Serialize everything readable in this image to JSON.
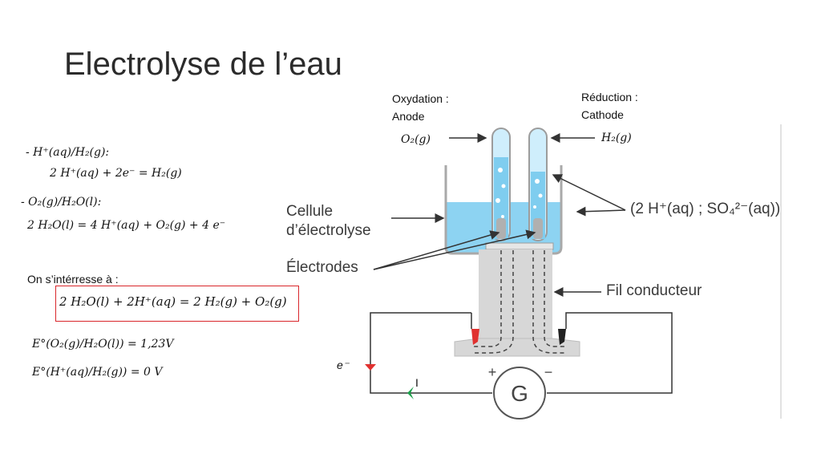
{
  "slide": {
    "title": "Electrolyse de l’eau"
  },
  "left_panel": {
    "couple1_head": "- H⁺(aq)/H₂(g):",
    "couple1_eq": "2 H⁺(aq) + 2e⁻ = H₂(g)",
    "couple2_head": "- O₂(g)/H₂O(l):",
    "couple2_eq": "2 H₂O(l) = 4 H⁺(aq) + O₂(g) + 4 e⁻",
    "interest_label": "On s’intérresse à :",
    "global_eq": "2 H₂O(l) + 2H⁺(aq) = 2 H₂(g) + O₂(g)",
    "e0_o2": "E°(O₂(g)/H₂O(l)) = 1,23V",
    "e0_h": "E°(H⁺(aq)/H₂(g)) = 0 V"
  },
  "labels": {
    "oxydation_line1": "Oxydation :",
    "oxydation_line2": "Anode",
    "reduction_line1": "Réduction :",
    "reduction_line2": "Cathode",
    "o2_gas": "O₂(g)",
    "h2_gas": "H₂(g)"
  },
  "diagram": {
    "cell_label_line1": "Cellule",
    "cell_label_line2": "d’électrolyse",
    "electrodes_label": "Électrodes",
    "solution_label": "(2 H⁺(aq) ; SO₄²⁻(aq))",
    "wire_label": "Fil conducteur",
    "galvanometer": "G",
    "plus": "+",
    "minus": "−",
    "electron": "e⁻",
    "current": "I",
    "colors": {
      "water": "#7fcdef",
      "anode_red": "#e0312f",
      "cathode_black": "#222222",
      "current_green": "#1aa04a",
      "frame_red": "#d9262b"
    }
  }
}
